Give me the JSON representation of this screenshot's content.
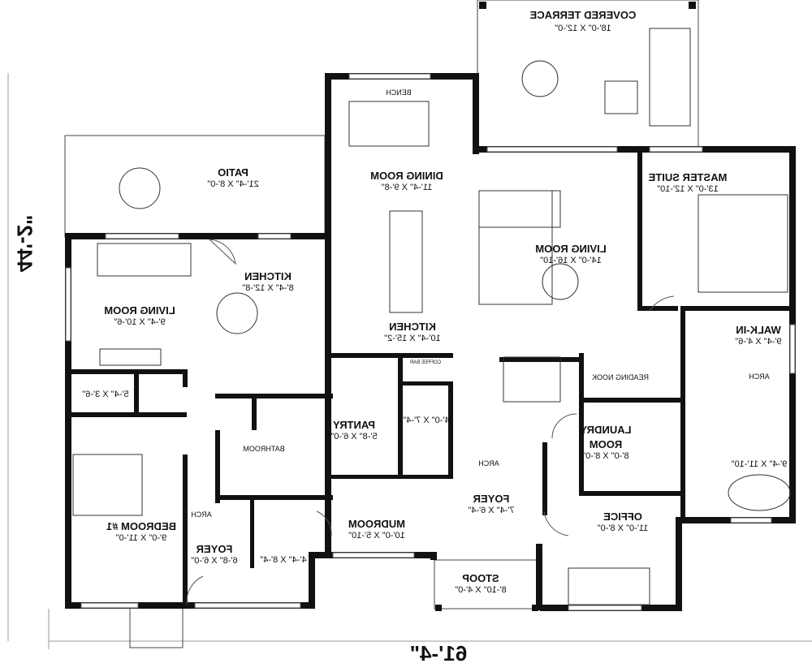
{
  "plan": {
    "overall_width": "61'-4\"",
    "overall_depth": "44'-2\"",
    "rooms": {
      "covered_terrace": {
        "name": "COVERED TERRACE",
        "dim": "18'-0\" X 12'-0\""
      },
      "patio": {
        "name": "PATIO",
        "dim": "21'-4\" X 8'-0\""
      },
      "dining_room": {
        "name": "DINING ROOM",
        "dim": "11'-4\" X 9'-8\""
      },
      "master_suite": {
        "name": "MASTER SUITE",
        "dim": "13'-0\" X 12'-10\""
      },
      "kitchen_left": {
        "name": "KITCHEN",
        "dim": "8'-4\" X 12'-8\""
      },
      "living_room_main": {
        "name": "LIVING ROOM",
        "dim": "14'-0\" X 16'-10\""
      },
      "living_room_left": {
        "name": "LIVING ROOM",
        "dim": "9'-4\" X 10'-6\""
      },
      "kitchen_main": {
        "name": "KITCHEN",
        "dim": "10'-4\" X 15'-2\""
      },
      "walk_in": {
        "name": "WALK-IN",
        "dim": "9'-4\" X 4'-6\""
      },
      "closet_left": {
        "dim": "5'-4\" X 3'-6\""
      },
      "reading_nook": {
        "name": "READING NOOK"
      },
      "pantry": {
        "name": "PANTRY",
        "dim": "5'-8\" X 6'-0\""
      },
      "powder_room": {
        "dim": "4'-0\" X 7'-4\""
      },
      "laundry_room": {
        "name_line1": "LAUNDRY",
        "name_line2": "ROOM",
        "dim": "8'-0\" X 8'-0\""
      },
      "bathroom": {
        "name": "BATHROOM"
      },
      "master_bath": {
        "dim": "9'-4\" X 11'-10\""
      },
      "foyer_main": {
        "name": "FOYER",
        "dim": "7'-4\" X 6'-4\""
      },
      "mudroom": {
        "name": "MUDROOM",
        "dim": "10'-0\" X 5'-10\""
      },
      "office": {
        "name": "OFFICE",
        "dim": "11'-0\" X 8'-0\""
      },
      "bedroom_1": {
        "name": "BEDROOM #1",
        "dim": "9'-0\" X 11'-0\""
      },
      "foyer_left": {
        "name": "FOYER",
        "dim": "6'-8\" X 6'-0\""
      },
      "bath_left": {
        "dim": "4'-4\" X 8'-4\""
      },
      "stoop": {
        "name": "STOOP",
        "dim": "8'-10\" X 4'-0\""
      }
    },
    "notes": {
      "bench": "BENCH",
      "coffee_bar": "COFFEE BAR",
      "arch": "ARCH"
    }
  }
}
